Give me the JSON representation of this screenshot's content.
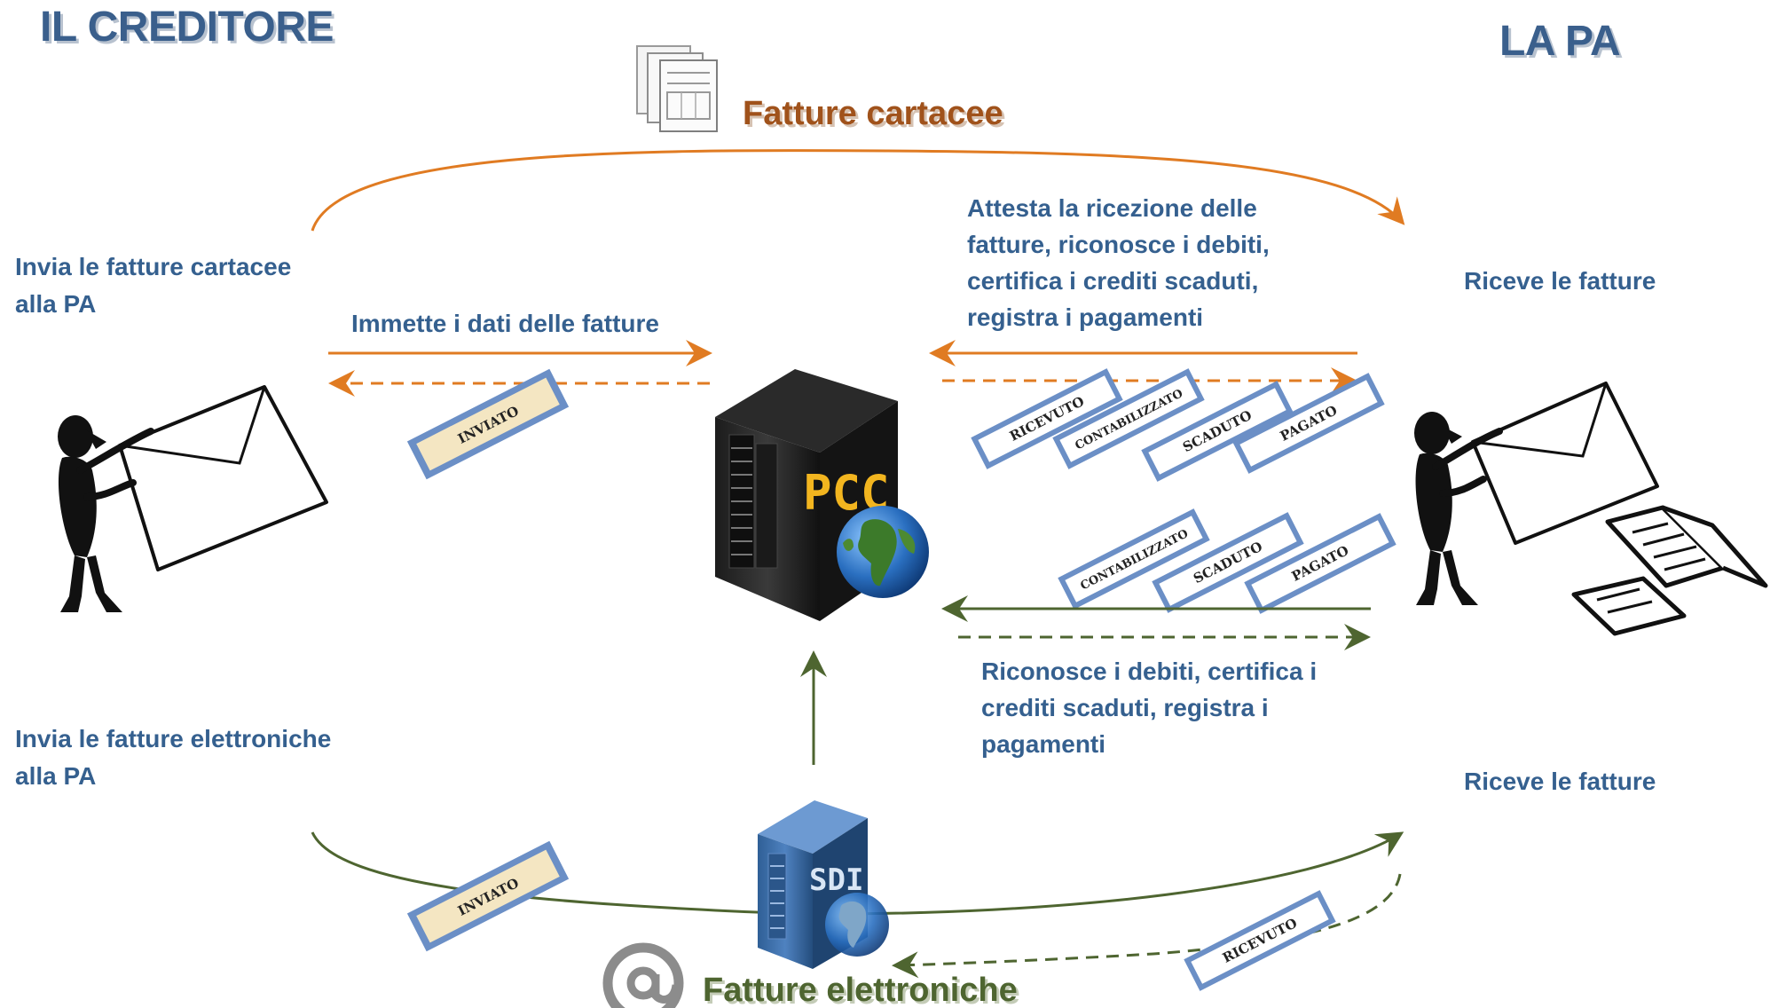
{
  "headers": {
    "left": "IL CREDITORE",
    "right": "LA PA"
  },
  "paper_flow": {
    "title": "Fatture cartacee",
    "left_text": [
      "Invia le fatture cartacee",
      "alla PA"
    ],
    "right_text": "Riceve le fatture",
    "pa_actions": [
      "Attesta la ricezione delle",
      "fatture, riconosce i debiti,",
      "certifica i crediti scaduti,",
      "registra i pagamenti"
    ],
    "creditor_action": "Immette i dati delle fatture"
  },
  "electronic_flow": {
    "title": "Fatture elettroniche",
    "left_text": [
      "Invia le fatture elettroniche",
      "alla PA"
    ],
    "right_text": "Riceve le fatture",
    "pa_actions": [
      "Riconosce i debiti, certifica i",
      "crediti scaduti, registra i",
      "pagamenti"
    ]
  },
  "servers": {
    "pcc": "PCC",
    "sdi": "SDI"
  },
  "tags": {
    "sent_paper": "INVIATO",
    "sent_electronic": "INVIATO",
    "paper_states": [
      "RICEVUTO",
      "CONTABILIZZATO",
      "SCADUTO",
      "PAGATO"
    ],
    "electronic_states": [
      "CONTABILIZZATO",
      "SCADUTO",
      "PAGATO"
    ],
    "received_electronic": "RICEVUTO"
  },
  "colors": {
    "heading_blue": "#3a5f8c",
    "label_blue": "#35608f",
    "paper_orange": "#e07b22",
    "paper_title_brown": "#a0521b",
    "electronic_green": "#4e6530",
    "tag_border_blue": "#6b8fc6"
  },
  "icons": [
    "person-with-envelope-icon",
    "person-with-envelope-icon",
    "invoice-documents-icon",
    "server-icon",
    "globe-icon",
    "at-sign-icon",
    "papers-icon"
  ]
}
